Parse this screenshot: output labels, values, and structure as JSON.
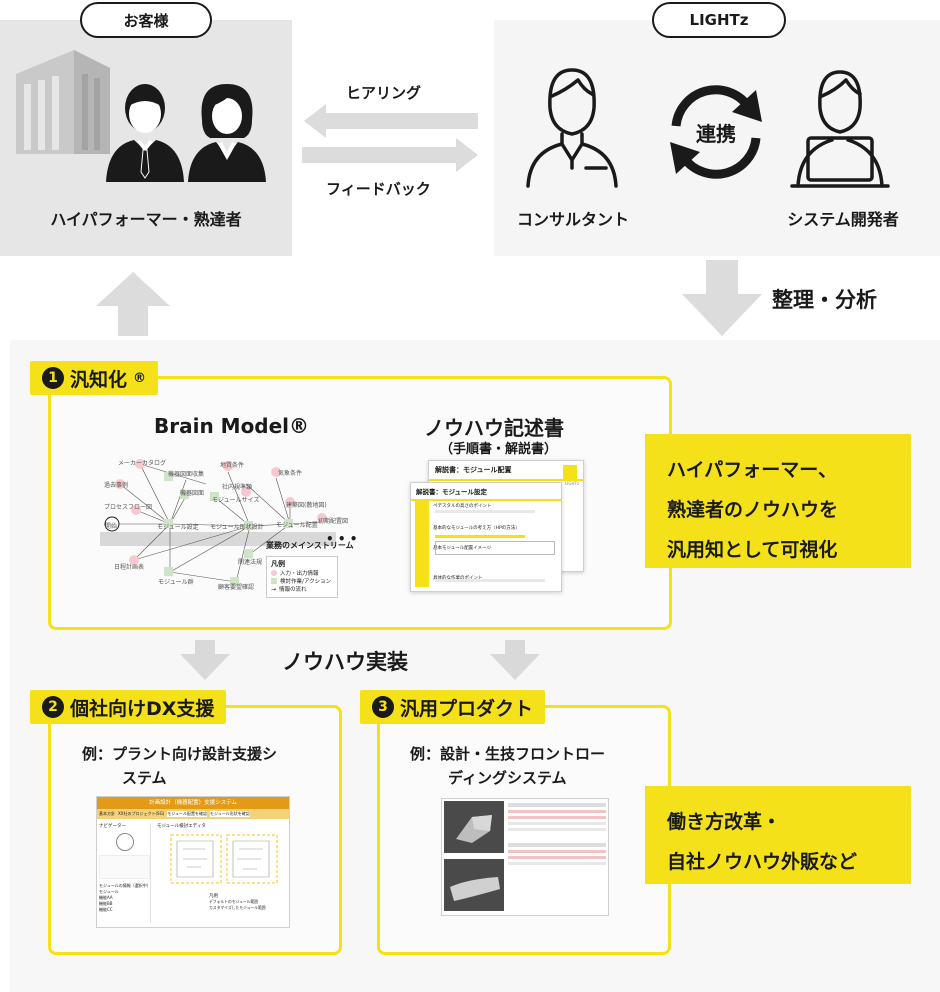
{
  "customer": {
    "pill_label": "お客様",
    "role": "ハイパフォーマー・熟達者"
  },
  "lightz": {
    "pill_label": "LIGHTz",
    "consultant": "コンサルタント",
    "developer": "システム開発者",
    "link_label": "連携"
  },
  "flow": {
    "hearing": "ヒアリング",
    "feedback": "フィードバック",
    "analyze": "整理・分析",
    "implement": "ノウハウ実装"
  },
  "generalize": {
    "num": "1",
    "title": "汎知化",
    "mark": "®",
    "brain_model_title": "Brain Model®",
    "knowhow_title": "ノウハウ記述書",
    "knowhow_subtitle": "（手順書・解説書）",
    "callout": [
      "ハイパフォーマー、",
      "熟達者のノウハウを",
      "汎用知として可視化"
    ],
    "graph": {
      "nodes": [
        "メーカーカタログ",
        "機器図面収集",
        "地質条件",
        "気象条件",
        "過去事例",
        "機器図面",
        "社内規準類",
        "モジュールサイズ",
        "プロセスフロー図",
        "建築図(敷地図)",
        "初期配置図",
        "開始",
        "モジュール設定",
        "モジュール形状設計",
        "モジュール配置",
        "日程計画表",
        "関連法規",
        "モジュール群",
        "顧客要望確認"
      ],
      "mainstream": "業務のメインストリーム",
      "legend_title": "凡例",
      "legend_items": [
        "入力・出力情報",
        "検討作業/アクション",
        "情報の流れ"
      ]
    },
    "doc_sheet": {
      "header": "解説書：モジュール配置",
      "sub_header": "解説書：モジュール設定",
      "logo_text": "LIGHTz",
      "lines": [
        "ペデスタルの高さのポイント",
        "基本的なモジュールの考え方（HPの方法）",
        "基本モジュール配置イメージ",
        "具体的な作業のポイント"
      ]
    }
  },
  "dx": {
    "num": "2",
    "title": "個社向けDX支援",
    "example": [
      "例：プラント向け設計支援シ",
      "ステム"
    ],
    "screen": {
      "titlebar": "計画設計（機器配置）支援システム",
      "tabs": [
        "基本方針",
        "XX社のプロジェクト(SG)",
        "モジュール配置を確認",
        "モジュール形状を確認"
      ],
      "navigator": "ナビゲーター",
      "editor": "モジュール検討エディタ",
      "list_title": "モジュールの情報（選択中）",
      "list_items": [
        "モジュール",
        "機能AA",
        "機能BB",
        "機能CC"
      ],
      "legend_title": "凡例",
      "legend_items": [
        "デフォルトのモジュール範囲",
        "カスタマイズしたモジュール範囲"
      ]
    }
  },
  "product": {
    "num": "3",
    "title": "汎用プロダクト",
    "example": [
      "例：設計・生技フロントロー",
      "ディングシステム"
    ],
    "callout": [
      "働き方改革・",
      "自社ノウハウ外販など"
    ]
  },
  "colors": {
    "accent": "#f5e11a",
    "dark": "#1a1a1a",
    "panel_grey": "#e6e6e6",
    "panel_light": "#f5f5f5",
    "arrow_grey": "#d9d9d9"
  }
}
